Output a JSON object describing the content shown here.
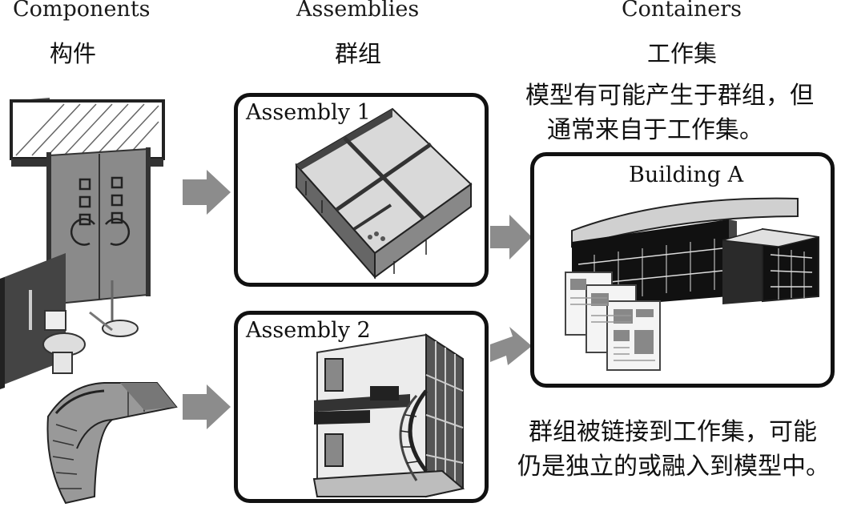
{
  "headers": {
    "components_en": "Components",
    "components_zh": "构件",
    "assemblies_en": "Assemblies",
    "assemblies_zh": "群组",
    "containers_en": "Containers",
    "containers_zh": "工作集"
  },
  "notes": {
    "top_line1": "模型有可能产生于群组，但",
    "top_line2": "通常来自于工作集。",
    "bottom_line1": "群组被链接到工作集，可能",
    "bottom_line2": "仍是独立的或融入到模型中。"
  },
  "boxes": {
    "assembly1": "Assembly 1",
    "assembly2": "Assembly 2",
    "building": "Building A"
  },
  "colors": {
    "arrow": "#8c8c8c",
    "border": "#111111"
  }
}
